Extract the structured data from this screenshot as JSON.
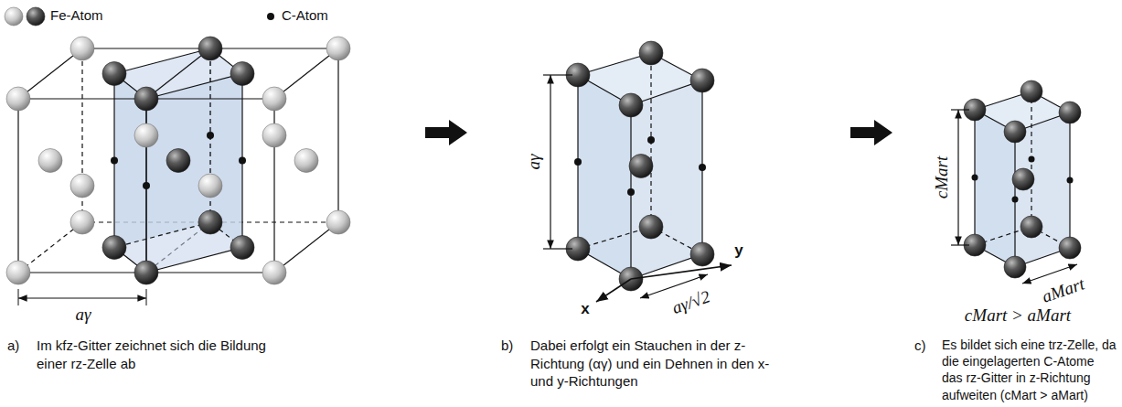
{
  "diagram": {
    "labels": [
      "aγ",
      "aγ",
      "y",
      "x",
      "aγ/√2",
      "cMart",
      "aMart",
      "cMart > aMart",
      "a)",
      "Im kfz-Gitter zeichnet sich die Bildung einer rz-Zelle ab",
      "b)",
      "Dabei erfolgt ein Stauchen in der z-Richtung (αγ) und ein Dehnen in den x- und y-Richtungen",
      "c)",
      "Es bildet sich eine trz-Zelle, da die eingelagerten C-Atome das rz-Gitter in z-Richtung aufweiten (cMart > aMart)"
    ],
    "legend": [
      {
        "text": "Fe-Atom"
      },
      {
        "text": "C-Atom"
      }
    ]
  }
}
